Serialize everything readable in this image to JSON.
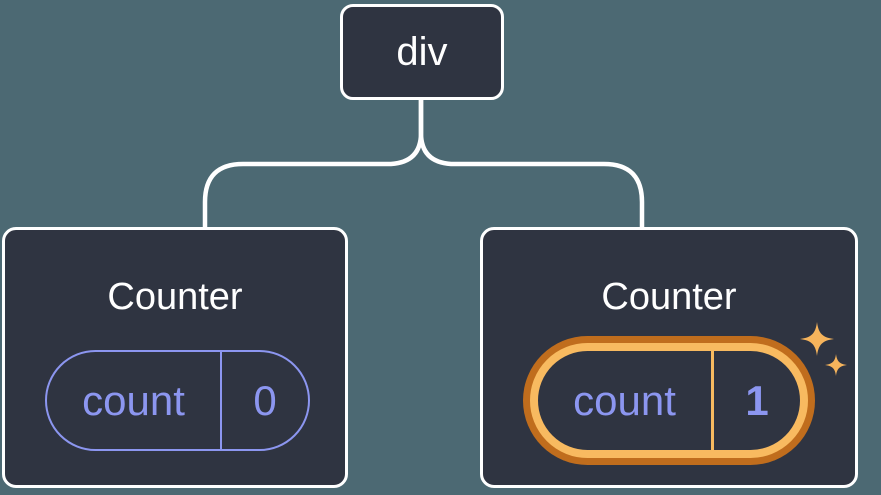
{
  "tree": {
    "root": {
      "label": "div"
    },
    "children": [
      {
        "title": "Counter",
        "state": {
          "name": "count",
          "value": "0"
        },
        "highlighted": false
      },
      {
        "title": "Counter",
        "state": {
          "name": "count",
          "value": "1"
        },
        "highlighted": true
      }
    ]
  },
  "colors": {
    "background": "#4C6973",
    "card_bg": "#2F3441",
    "card_border": "#FFFFFF",
    "text_primary": "#FFFFFF",
    "accent_purple": "#8C96F0",
    "orange_outer": "#C06D1D",
    "orange_inner": "#F8BA60",
    "sparkle": "#F6B45C",
    "connector": "#FFFFFF"
  }
}
